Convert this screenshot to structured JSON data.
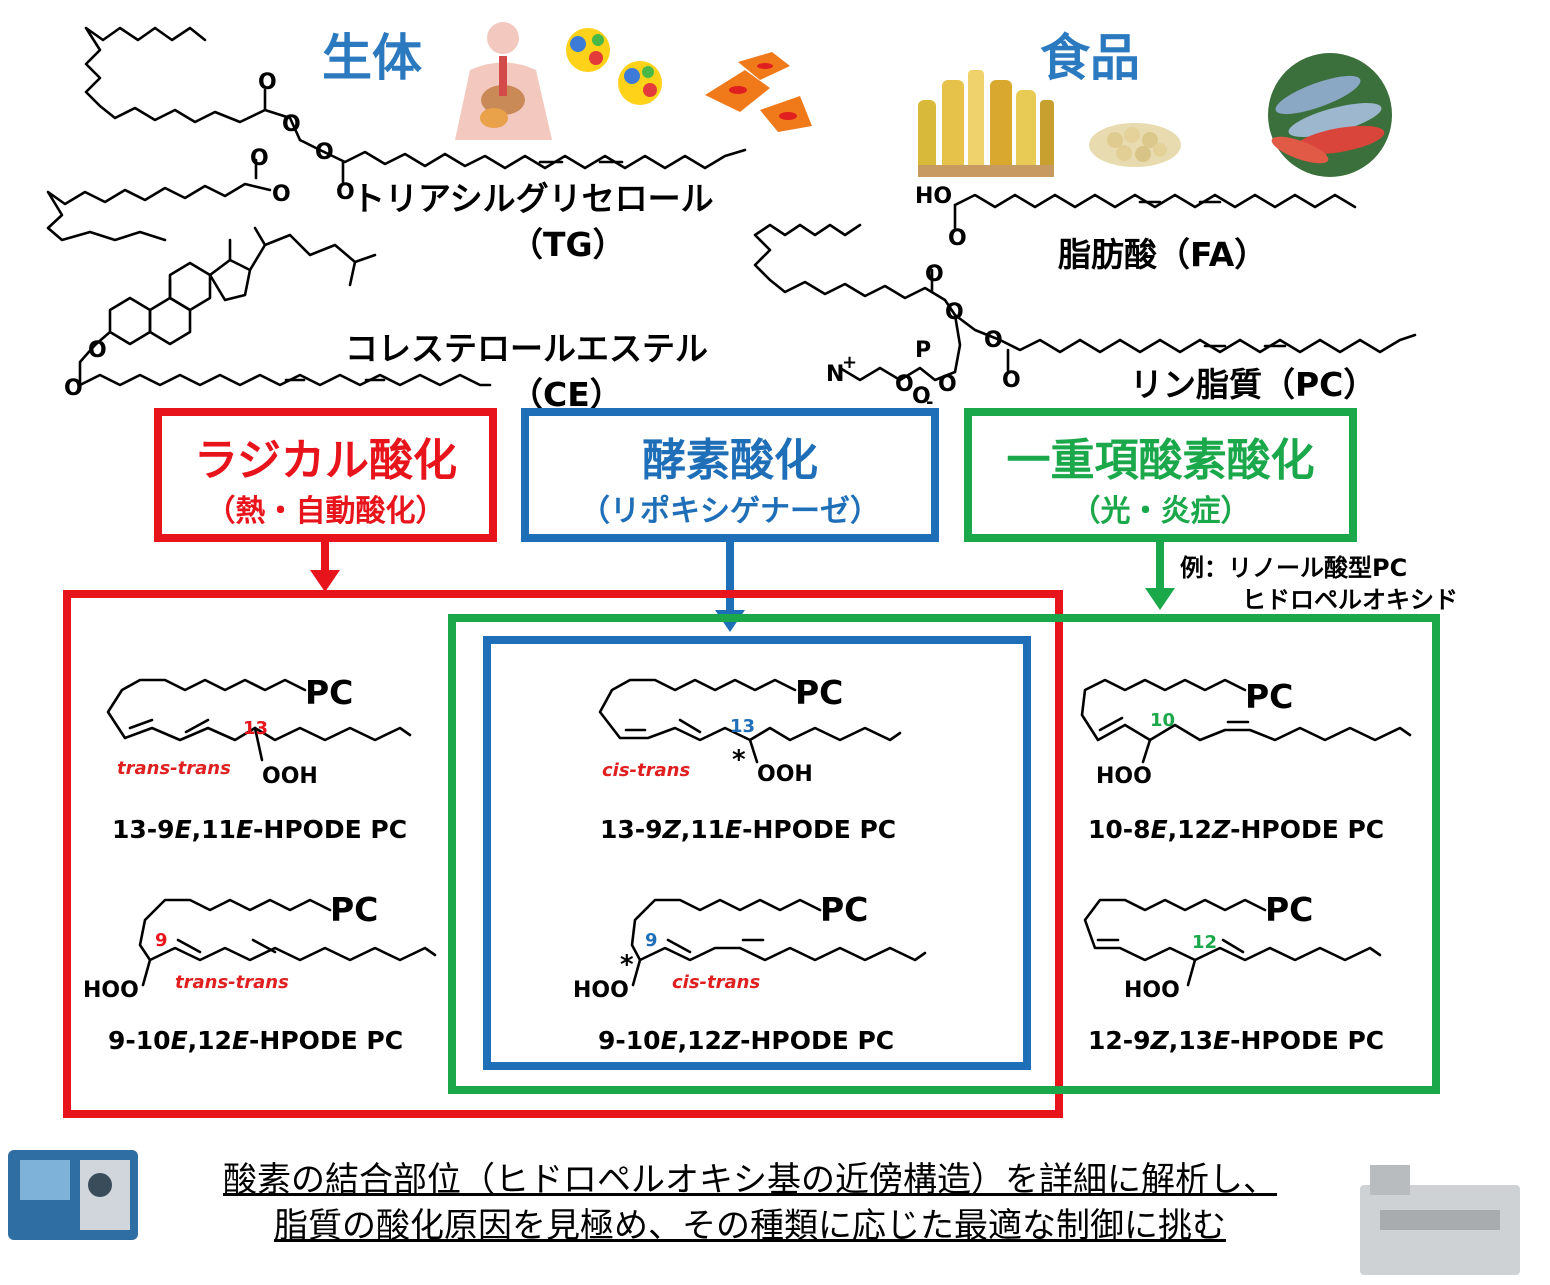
{
  "headers": {
    "body": "生体",
    "food": "食品"
  },
  "lipids": {
    "tg": "トリアシルグリセロール",
    "tg_abbr": "（TG）",
    "ce": "コレステロールエステル",
    "ce_abbr": "（CE）",
    "fa": "脂肪酸（FA）",
    "pc": "リン脂質（PC）"
  },
  "atoms": {
    "o": "O",
    "ho": "HO",
    "p": "P",
    "n": "N",
    "plus": "+",
    "minus": "-"
  },
  "boxes": {
    "radical": {
      "title": "ラジカル酸化",
      "sub": "（熱・自動酸化）",
      "color": "#e8141c"
    },
    "enzyme": {
      "title": "酵素酸化",
      "sub": "（リポキシゲナーゼ）",
      "color": "#1f6fb8"
    },
    "singlet": {
      "title": "一重項酸素酸化",
      "sub": "（光・炎症）",
      "color": "#1aa84a"
    }
  },
  "example": {
    "line1": "例：リノール酸型PC",
    "line2": "ヒドロペルオキシド"
  },
  "compounds": [
    {
      "pos": "13",
      "tag": "trans-trans",
      "name_parts": [
        "13-9",
        "E",
        ",11",
        "E",
        "-HPODE PC"
      ]
    },
    {
      "pos": "9",
      "tag": "trans-trans",
      "name_parts": [
        "9-10",
        "E",
        ",12",
        "E",
        "-HPODE PC"
      ]
    },
    {
      "pos": "13",
      "tag": "cis-trans",
      "name_parts": [
        "13-9",
        "Z",
        ",11",
        "E",
        "-HPODE PC"
      ]
    },
    {
      "pos": "9",
      "tag": "cis-trans",
      "name_parts": [
        "9-10",
        "E",
        ",12",
        "Z",
        "-HPODE PC"
      ]
    },
    {
      "pos": "10",
      "tag": "",
      "name_parts": [
        "10-8",
        "E",
        ",12",
        "Z",
        "-HPODE PC"
      ]
    },
    {
      "pos": "12",
      "tag": "",
      "name_parts": [
        "12-9",
        "Z",
        ",13",
        "E",
        "-HPODE PC"
      ]
    }
  ],
  "chem": {
    "pc": "PC",
    "ooh": "OOH",
    "hoo": "HOO",
    "star": "*"
  },
  "bottom": {
    "line1": "酸素の結合部位（ヒドロペルオキシ基の近傍構造）を詳細に解析し、",
    "line2": "脂質の酸化原因を見極め、その種類に応じた最適な制御に挑む"
  },
  "icons": [
    "human-body-icon",
    "lipid-droplet-icon",
    "cell-icon",
    "oil-bottles-icon",
    "soybeans-icon",
    "fish-icon",
    "mass-spectrometer-icon"
  ]
}
